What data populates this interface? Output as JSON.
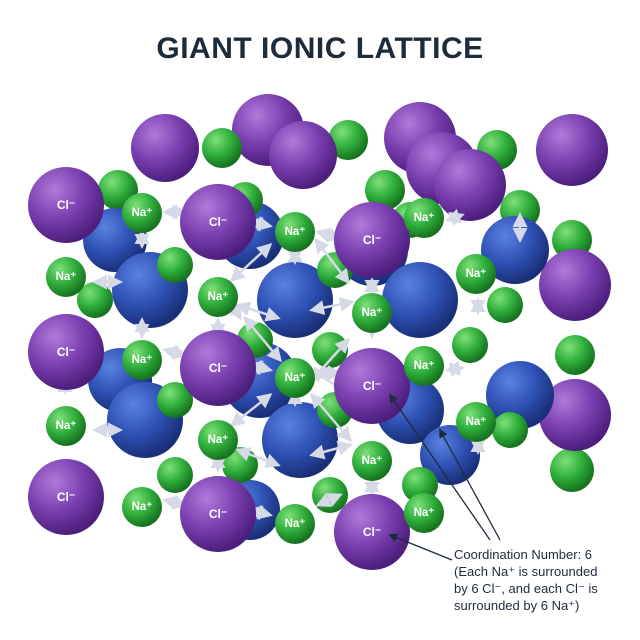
{
  "title": "GIANT IONIC LATTICE",
  "labels": {
    "na": "Na⁺",
    "cl": "Cl⁻"
  },
  "annotation": {
    "lines": [
      "Coordination Number: 6",
      "(Each Na⁺ is surrounded",
      "by 6 Cl⁻, and each Cl⁻ is",
      "surrounded by 6 Na⁺)"
    ]
  },
  "colors": {
    "chloride": "#7a3fb0",
    "sodium": "#2fae3c",
    "inner_chloride": "#2f52b5",
    "bond_arrow": "#d6d9e6",
    "text": "#1e2b3a"
  }
}
